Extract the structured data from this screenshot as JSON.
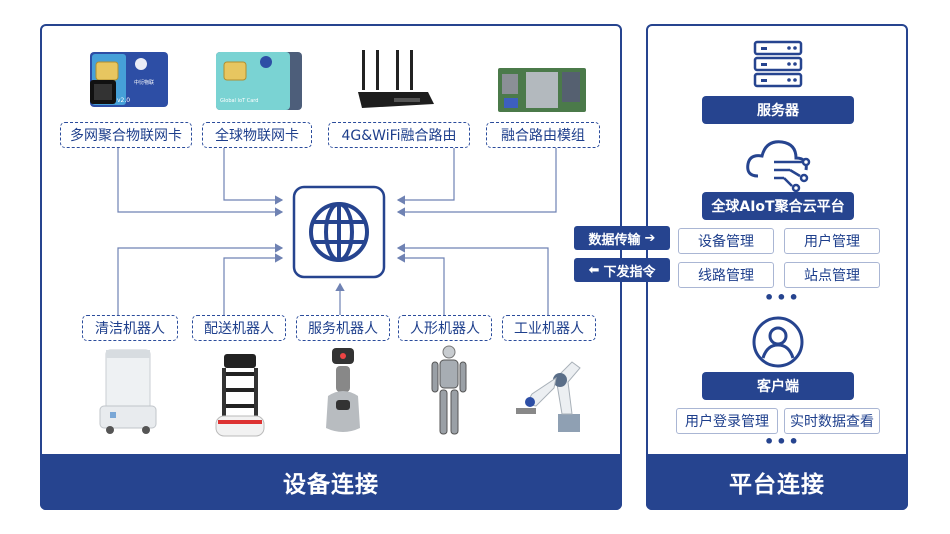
{
  "left": {
    "products": [
      "多网聚合物联网卡",
      "全球物联网卡",
      "4G&WiFi融合路由",
      "融合路由模组"
    ],
    "robots": [
      "清洁机器人",
      "配送机器人",
      "服务机器人",
      "人形机器人",
      "工业机器人"
    ],
    "banner": "设备连接",
    "sim_card_brand": "中衍物联",
    "sim_card_version": "v2.0",
    "global_card_text": "Global IoT Card"
  },
  "middle": {
    "upload_label": "数据传输",
    "download_label": "下发指令"
  },
  "right": {
    "server_label": "服务器",
    "cloud_label": "全球AIoT聚合云平台",
    "functions": [
      "设备管理",
      "用户管理",
      "线路管理",
      "站点管理"
    ],
    "client_label": "客户端",
    "client_functions": [
      "用户登录管理",
      "实时数据查看"
    ],
    "banner": "平台连接"
  },
  "colors": {
    "primary": "#26448f",
    "accent": "#1e3f8c",
    "connector": "#6f82b3"
  },
  "icons": [
    "globe-icon",
    "server-icon",
    "cloud-network-icon",
    "user-icon"
  ]
}
